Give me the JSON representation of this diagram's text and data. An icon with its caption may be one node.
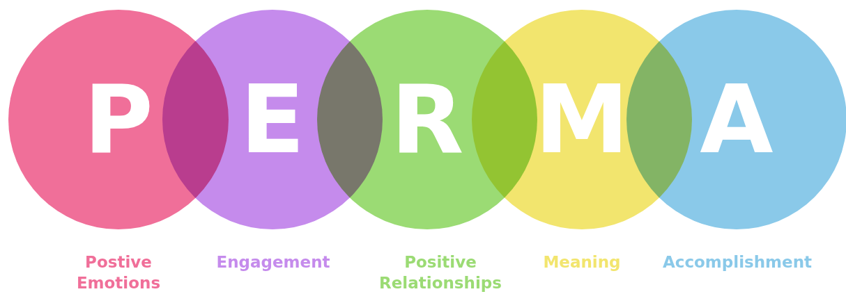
{
  "diagram": {
    "nodes": [
      {
        "text": [
          "P"
        ],
        "beside": [
          "Postive Emotions"
        ]
      },
      {
        "text": [
          "E"
        ],
        "beside": [
          "Engagement"
        ]
      },
      {
        "text": [
          "R"
        ],
        "beside": [
          "Positive Relationships"
        ]
      },
      {
        "text": [
          "M"
        ],
        "beside": [
          "Meaning"
        ]
      },
      {
        "text": [
          "A"
        ],
        "beside": [
          "Accomplishment"
        ]
      }
    ]
  }
}
